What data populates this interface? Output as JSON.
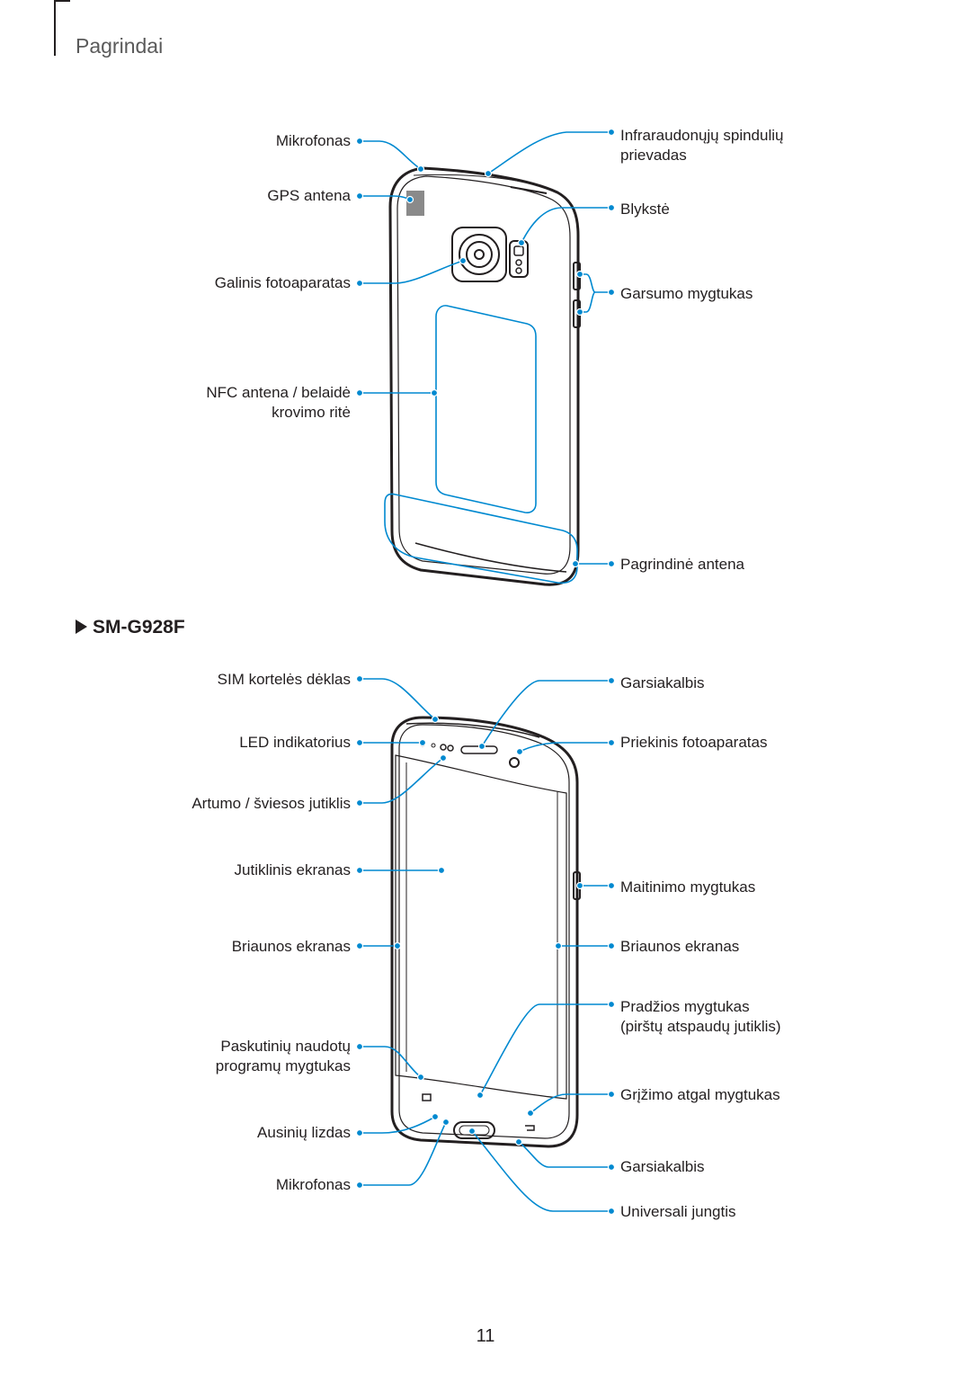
{
  "header": {
    "section": "Pagrindai"
  },
  "back_view": {
    "left_labels": {
      "mic": "Mikrofonas",
      "gps": "GPS antena",
      "rear_camera": "Galinis fotoaparatas",
      "nfc_1": "NFC antena / belaidė",
      "nfc_2": "krovimo ritė"
    },
    "right_labels": {
      "ir_1": "Infraraudonųjų spindulių",
      "ir_2": "prievadas",
      "flash": "Blykstė",
      "volume": "Garsumo mygtukas",
      "main_antenna": "Pagrindinė antena"
    }
  },
  "model": {
    "name": "SM-G928F"
  },
  "front_view": {
    "left_labels": {
      "sim": "SIM kortelės dėklas",
      "led": "LED indikatorius",
      "proximity": "Artumo / šviesos jutiklis",
      "touchscreen": "Jutiklinis ekranas",
      "edge_left": "Briaunos ekranas",
      "recent_1": "Paskutinių naudotų",
      "recent_2": "programų mygtukas",
      "earphone": "Ausinių lizdas",
      "mic": "Mikrofonas"
    },
    "right_labels": {
      "speaker_top": "Garsiakalbis",
      "front_camera": "Priekinis fotoaparatas",
      "power": "Maitinimo mygtukas",
      "edge_right": "Briaunos ekranas",
      "home_1": "Pradžios mygtukas",
      "home_2": "(pirštų atspaudų jutiklis)",
      "back": "Grįžimo atgal mygtukas",
      "speaker_bottom": "Garsiakalbis",
      "usb": "Universali jungtis"
    }
  },
  "page": {
    "number": "11"
  },
  "colors": {
    "callout": "#0089d0",
    "text": "#231f20",
    "header": "#5a5a5a"
  }
}
